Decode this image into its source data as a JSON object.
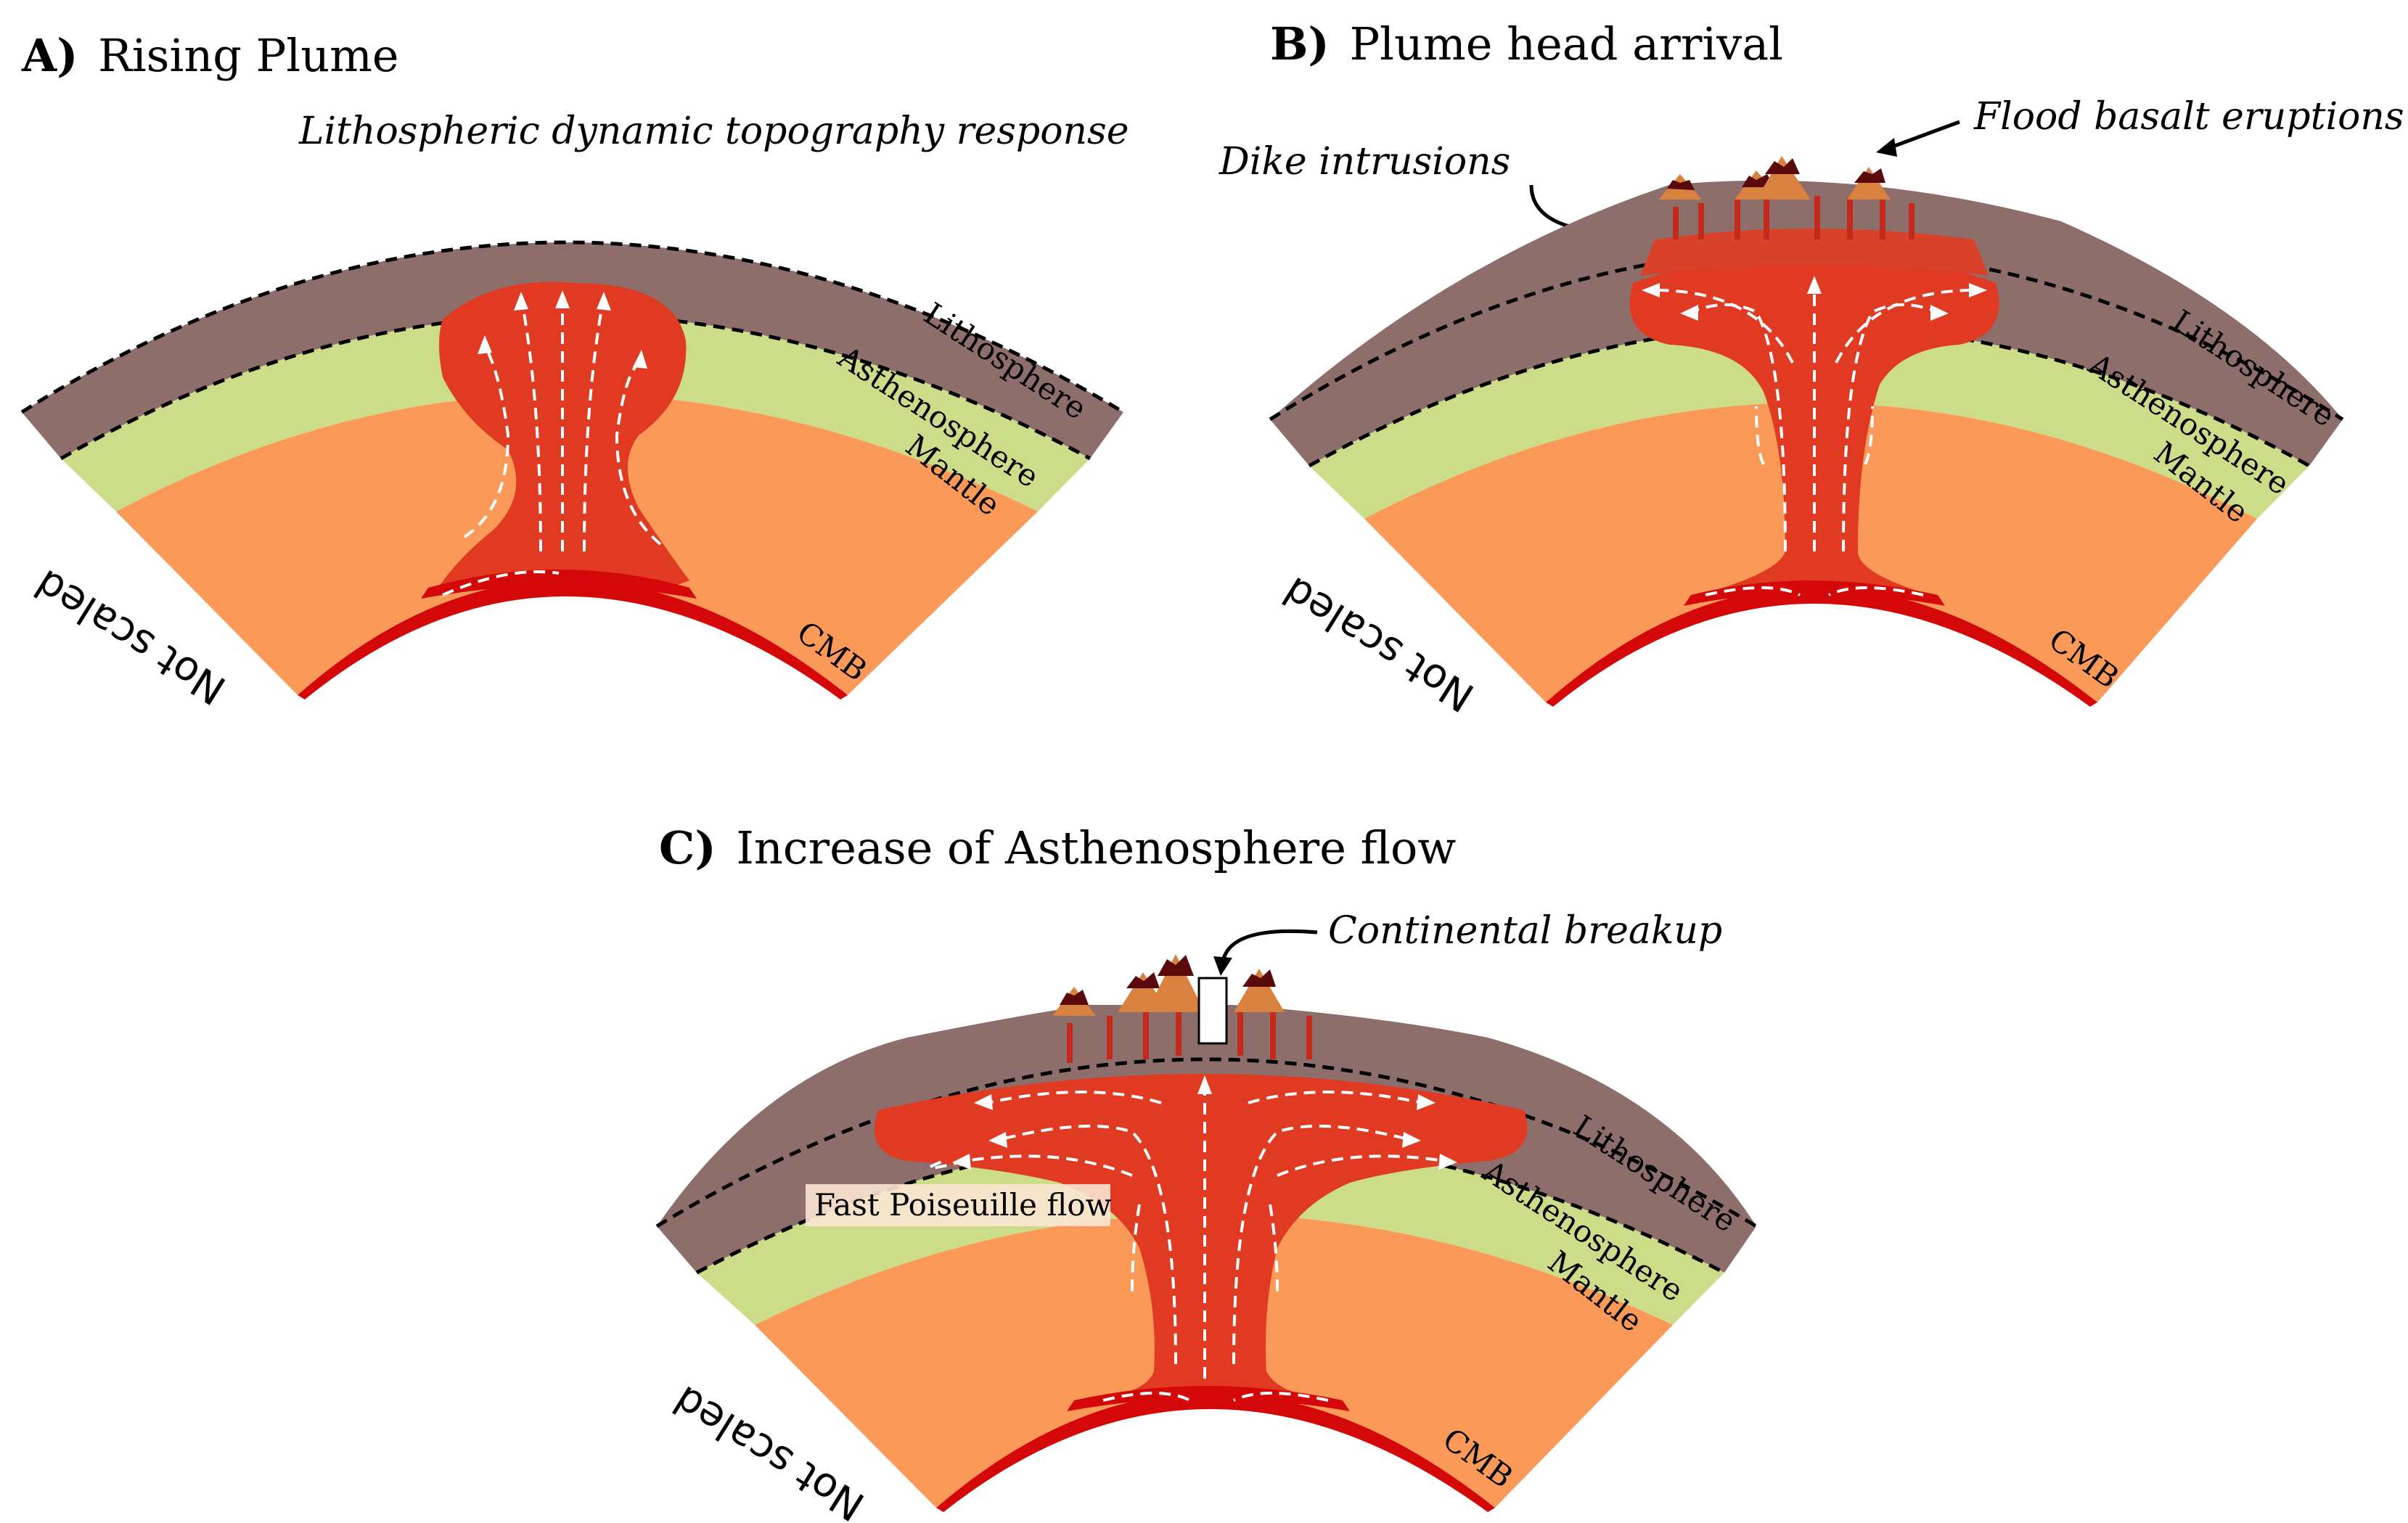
{
  "panels": [
    {
      "letter": "A)",
      "title": "Rising Plume",
      "annotations": [
        "Lithospheric dynamic topography response"
      ],
      "layers": {
        "lithosphere": "Lithosphere",
        "asthenosphere": "Asthenosphere",
        "mantle": "Mantle",
        "cmb": "CMB"
      },
      "scale_note": "Not scaled"
    },
    {
      "letter": "B)",
      "title": "Plume head arrival",
      "annotations": [
        "Dike intrusions",
        "Flood basalt eruptions"
      ],
      "layers": {
        "lithosphere": "Lithosphere",
        "asthenosphere": "Asthenosphere",
        "mantle": "Mantle",
        "cmb": "CMB"
      },
      "scale_note": "Not scaled"
    },
    {
      "letter": "C)",
      "title": "Increase of Asthenosphere flow",
      "annotations": [
        "Continental breakup",
        "Fast Poiseuille flow"
      ],
      "layers": {
        "lithosphere": "Lithosphere",
        "asthenosphere": "Asthenosphere",
        "mantle": "Mantle",
        "cmb": "CMB"
      },
      "scale_note": "Not scaled"
    }
  ],
  "colors": {
    "lithosphere": "#8e6e6b",
    "asthenosphere": "#ccdc88",
    "mantle": "#fb9a58",
    "plume": "#e03a22",
    "plume_head": "#d8422a",
    "cmb": "#d40808",
    "volcano": "#d9813f",
    "volcano_top": "#5a0a0a"
  }
}
